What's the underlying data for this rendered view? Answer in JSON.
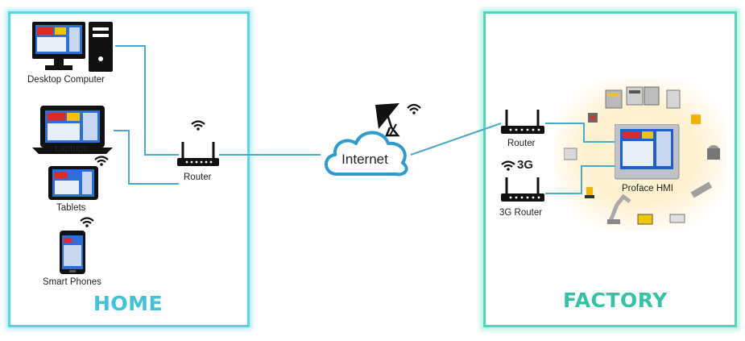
{
  "home": {
    "title": "HOME",
    "devices": {
      "desktop": "Desktop Computer",
      "laptops": "Laptops",
      "tablets": "Tablets",
      "phones": "Smart Phones"
    },
    "router": "Router"
  },
  "internet": {
    "label": "Internet"
  },
  "factory": {
    "title": "FACTORY",
    "router": "Router",
    "router3g": "3G Router",
    "badge_3g": "3G",
    "hmi": "Proface HMI"
  },
  "colors": {
    "home_border": "#5ed3e6",
    "factory_border": "#4fd8be",
    "wire": "#4aa9c8",
    "cloud": "#2d9ad0"
  }
}
